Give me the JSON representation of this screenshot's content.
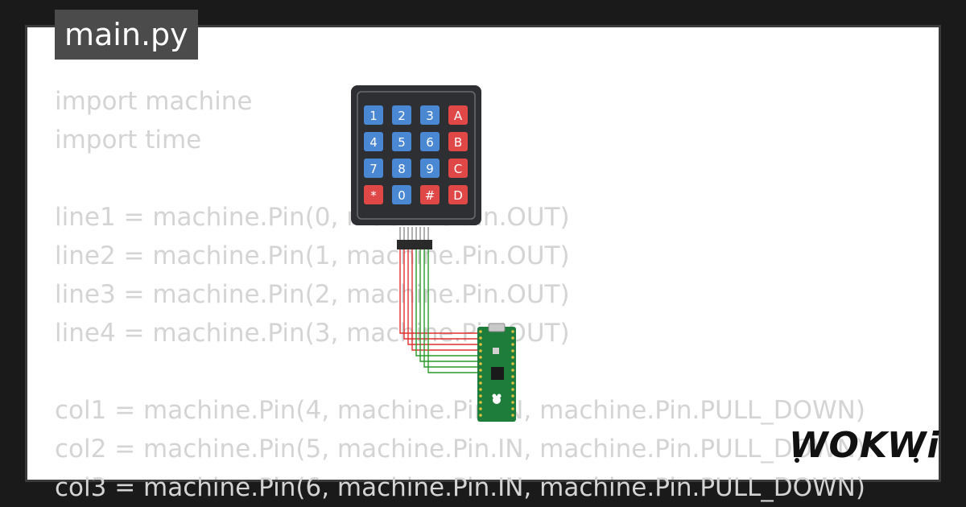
{
  "file_tab": {
    "label": "main.py"
  },
  "code_lines": [
    "import machine",
    "import time",
    "",
    "line1 = machine.Pin(0, machine.Pin.OUT)",
    "line2 = machine.Pin(1, machine.Pin.OUT)",
    "line3 = machine.Pin(2, machine.Pin.OUT)",
    "line4 = machine.Pin(3, machine.Pin.OUT)",
    "",
    "col1 = machine.Pin(4, machine.Pin.IN, machine.Pin.PULL_DOWN)",
    "col2 = machine.Pin(5, machine.Pin.IN, machine.Pin.PULL_DOWN)",
    "col3 = machine.Pin(6, machine.Pin.IN, machine.Pin.PULL_DOWN)"
  ],
  "keypad": {
    "keys": [
      [
        "1",
        "2",
        "3",
        "A"
      ],
      [
        "4",
        "5",
        "6",
        "B"
      ],
      [
        "7",
        "8",
        "9",
        "C"
      ],
      [
        "*",
        "0",
        "#",
        "D"
      ]
    ],
    "colors": {
      "blue": "#4a88d4",
      "red": "#e04848",
      "body": "#2d2f33"
    }
  },
  "wire_colors": {
    "rows": "#e03030",
    "cols": "#2a9a2a"
  },
  "board_color": "#1e7d3b",
  "brand": {
    "name": "WOKWi"
  }
}
